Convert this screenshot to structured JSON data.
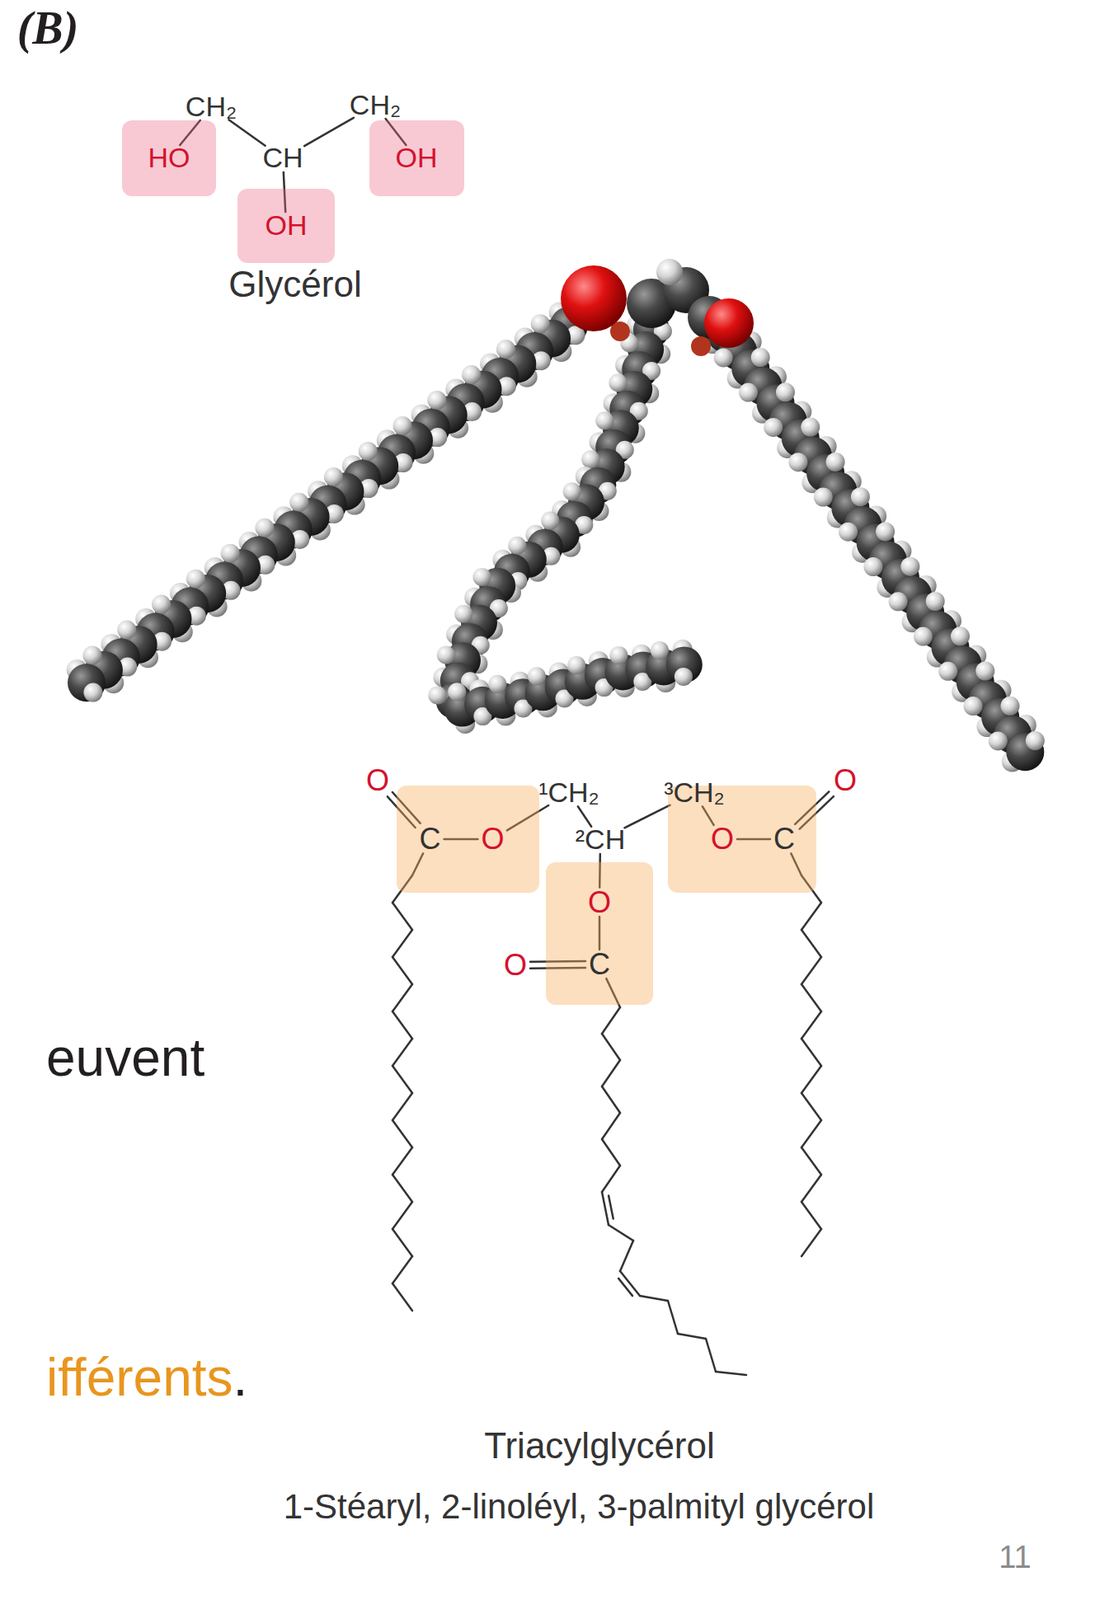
{
  "diagram": {
    "nodes": [
      {
        "text": [
          "HO"
        ]
      },
      {
        "text": [
          "OH"
        ]
      },
      {
        "text": [
          "OH"
        ]
      },
      {
        "text": [
          "C",
          "O"
        ]
      },
      {
        "text": [
          "O",
          "C"
        ]
      },
      {
        "text": [
          "O",
          "C"
        ]
      }
    ],
    "labels": [
      "(B)",
      "CH₂",
      "CH₂",
      "CH",
      "Glycérol",
      "O",
      "¹CH₂",
      "³CH₂",
      "O",
      "²CH",
      "euvent",
      "O",
      "ifférents",
      ".",
      "Triacylglycérol",
      "1-Stéaryl, 2-linoléyl, 3-palmityl glycérol",
      "11"
    ]
  }
}
